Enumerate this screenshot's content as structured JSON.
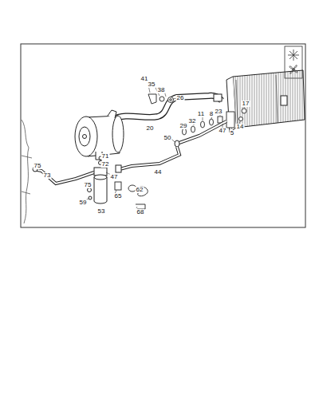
{
  "diagram": {
    "labels": [
      "41",
      "35",
      "38",
      "26",
      "17",
      "23",
      "11",
      "8",
      "32",
      "29",
      "47",
      "5",
      "14",
      "20",
      "50",
      "75",
      "71",
      "72",
      "73",
      "47",
      "44",
      "75",
      "65",
      "62",
      "59",
      "53",
      "68"
    ]
  }
}
